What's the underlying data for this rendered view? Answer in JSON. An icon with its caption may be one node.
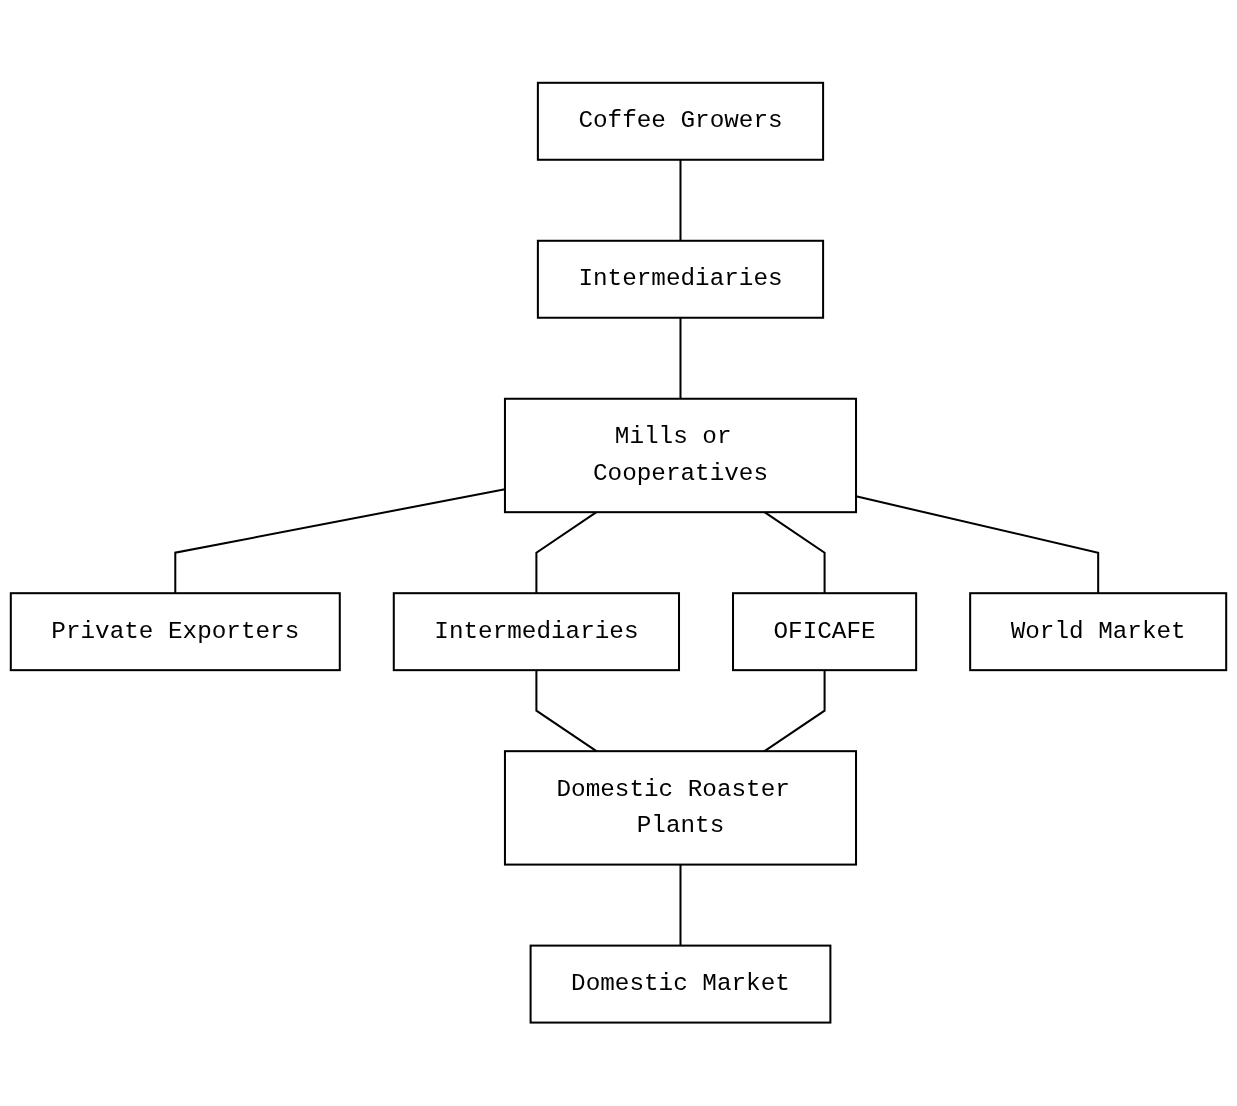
{
  "diagram": {
    "nodes": [
      {
        "text": [
          "Coffee Growers"
        ]
      },
      {
        "text": [
          "Intermediaries"
        ]
      },
      {
        "text": [
          "Mills or Cooperatives"
        ]
      },
      {
        "text": [
          "Private Exporters"
        ]
      },
      {
        "text": [
          "OFICAFE"
        ]
      },
      {
        "text": [
          "Intermediaries"
        ]
      },
      {
        "text": [
          "Domestic Roaster Plants"
        ]
      },
      {
        "text": [
          "World Market"
        ]
      },
      {
        "text": [
          "Domestic Market"
        ]
      }
    ],
    "edges": [
      {
        "from": 0,
        "to": 1,
        "arrow": "none"
      },
      {
        "from": 1,
        "to": 2,
        "arrow": "none"
      },
      {
        "from": 2,
        "to": 3,
        "arrow": "none"
      },
      {
        "from": 2,
        "to": 4,
        "arrow": "none"
      },
      {
        "from": 2,
        "to": 5,
        "arrow": "none"
      },
      {
        "from": 2,
        "to": 7,
        "arrow": "none"
      },
      {
        "from": 5,
        "to": 6,
        "arrow": "none"
      },
      {
        "from": 4,
        "to": 6,
        "arrow": "none"
      },
      {
        "from": 6,
        "to": 8,
        "arrow": "none"
      }
    ]
  }
}
